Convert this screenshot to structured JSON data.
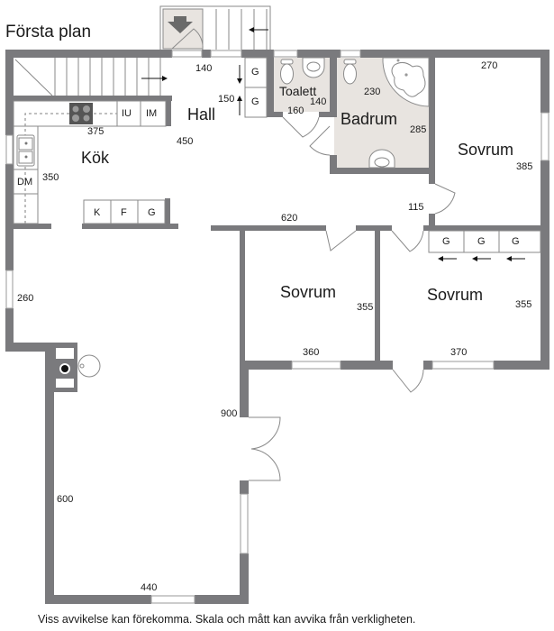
{
  "title": "Första plan",
  "footer": "Viss avvikelse kan förekomma. Skala och mått kan avvika från verkligheten.",
  "colors": {
    "wall": "#7a7a7d",
    "wet_room_floor": "#e8e4e0",
    "background": "#ffffff",
    "text": "#1a1a1a"
  },
  "rooms": [
    {
      "id": "hall",
      "label": "Hall"
    },
    {
      "id": "kok",
      "label": "Kök"
    },
    {
      "id": "toalett",
      "label": "Toalett"
    },
    {
      "id": "badrum",
      "label": "Badrum"
    },
    {
      "id": "sovrum1",
      "label": "Sovrum"
    },
    {
      "id": "sovrum2",
      "label": "Sovrum"
    },
    {
      "id": "sovrum3",
      "label": "Sovrum"
    }
  ],
  "dimensions": {
    "hall_width": "140",
    "hall_closet": "150",
    "hall_length": "450",
    "kitchen_width": "375",
    "kitchen_depth": "350",
    "toilet_height": "140",
    "toilet_width": "160",
    "bath_width": "230",
    "bath_depth": "285",
    "bedroom_ne_width": "270",
    "bedroom_ne_depth": "385",
    "corridor": "115",
    "corridor_wall": "620",
    "bedroom_mid_depth": "355",
    "bedroom_mid_width": "360",
    "bedroom_se_depth": "355",
    "bedroom_se_width": "370",
    "living_window": "260",
    "living_wall": "900",
    "living_depth": "600",
    "living_width": "440"
  },
  "fixtures": {
    "kitchen_cabinets": [
      "IU",
      "IM",
      "DM"
    ],
    "kitchen_island": [
      "K",
      "F",
      "G"
    ],
    "hall_wardrobes": [
      "G",
      "G"
    ],
    "bedroom_wardrobes": [
      "G",
      "G",
      "G"
    ]
  },
  "icons": [
    "stairs-up-icon",
    "entrance-arrow-icon",
    "stove-icon",
    "sink-icon",
    "toilet-icon",
    "bathtub-icon",
    "fireplace-icon"
  ]
}
